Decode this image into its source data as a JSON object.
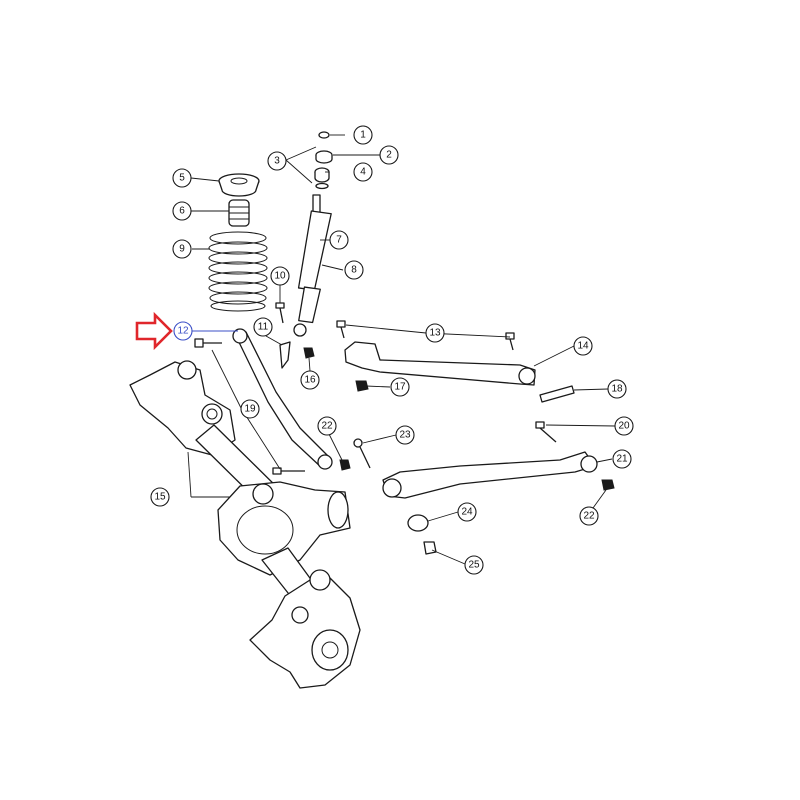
{
  "diagram": {
    "accent_color": "#e0262b",
    "highlight_color": "#3b4fc7",
    "line_color": "#1a1a1a",
    "highlighted_callout": "12",
    "callouts": [
      {
        "id": "c1",
        "label": "1"
      },
      {
        "id": "c2",
        "label": "2"
      },
      {
        "id": "c3",
        "label": "3"
      },
      {
        "id": "c4",
        "label": "4"
      },
      {
        "id": "c5",
        "label": "5"
      },
      {
        "id": "c6",
        "label": "6"
      },
      {
        "id": "c7",
        "label": "7"
      },
      {
        "id": "c8",
        "label": "8"
      },
      {
        "id": "c9",
        "label": "9"
      },
      {
        "id": "c10",
        "label": "10"
      },
      {
        "id": "c11",
        "label": "11"
      },
      {
        "id": "c12",
        "label": "12"
      },
      {
        "id": "c13",
        "label": "13"
      },
      {
        "id": "c14",
        "label": "14"
      },
      {
        "id": "c15",
        "label": "15"
      },
      {
        "id": "c16",
        "label": "16"
      },
      {
        "id": "c17",
        "label": "17"
      },
      {
        "id": "c18",
        "label": "18"
      },
      {
        "id": "c19",
        "label": "19"
      },
      {
        "id": "c20",
        "label": "20"
      },
      {
        "id": "c21",
        "label": "21"
      },
      {
        "id": "c22a",
        "label": "22"
      },
      {
        "id": "c22b",
        "label": "22"
      },
      {
        "id": "c23",
        "label": "23"
      },
      {
        "id": "c24",
        "label": "24"
      },
      {
        "id": "c25",
        "label": "25"
      }
    ]
  }
}
